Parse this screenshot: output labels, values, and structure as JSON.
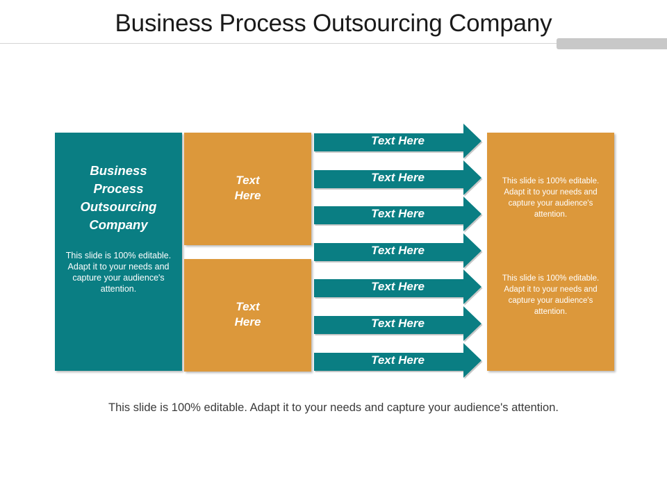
{
  "slide": {
    "title": "Business Process Outsourcing Company",
    "caption": "This slide is 100% editable. Adapt it to your needs and capture your audience's attention."
  },
  "diagram": {
    "left_panel": {
      "title": "Business Process Outsourcing Company",
      "body": "This slide is 100% editable. Adapt it to your needs and capture your audience's attention."
    },
    "middle_boxes": [
      {
        "label": "Text Here"
      },
      {
        "label": "Text Here"
      }
    ],
    "arrows": [
      {
        "label": "Text Here"
      },
      {
        "label": "Text Here"
      },
      {
        "label": "Text Here"
      },
      {
        "label": "Text Here"
      },
      {
        "label": "Text Here"
      },
      {
        "label": "Text Here"
      },
      {
        "label": "Text Here"
      }
    ],
    "right_panel": {
      "texts": [
        "This slide is 100% editable. Adapt it to your needs and capture your audience's attention.",
        "This slide is 100% editable. Adapt it to your needs and capture your audience's attention."
      ]
    }
  },
  "colors": {
    "teal": "#0a7e83",
    "orange": "#dc983b",
    "title_rule": "#d4d4d4",
    "title_tab": "#c8c8c8"
  }
}
